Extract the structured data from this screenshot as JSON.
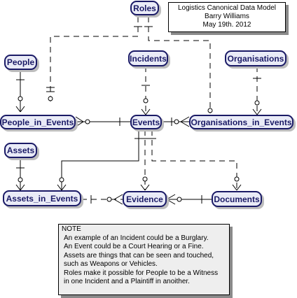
{
  "title_block": {
    "line1": "Logistics Canonical Data Model",
    "line2": "Barry Williams",
    "line3": "May 19th. 2012"
  },
  "entities": {
    "roles": "Roles",
    "people": "People",
    "incidents": "Incidents",
    "organisations": "Organisations",
    "people_in_events": "People_in_Events",
    "events": "Events",
    "organisations_in_events": "Organisations_in_Events",
    "assets": "Assets",
    "assets_in_events": "Assets_in_Events",
    "evidence": "Evidence",
    "documents": "Documents"
  },
  "note": {
    "heading": "NOTE",
    "lines": [
      "An example of an Incident could be a Burglary.",
      "An Event could be a Court Hearing or a Fine.",
      "Assets are things that can be seen and touched,",
      "such as Weapons or Vehicles.",
      "Roles make it possible for People to be a Witness",
      "in one Incident and a Plaintiff in anoither."
    ]
  },
  "colors": {
    "entity_fill": "#e9ebf7",
    "entity_border": "#1a1a66",
    "line": "#000000"
  }
}
